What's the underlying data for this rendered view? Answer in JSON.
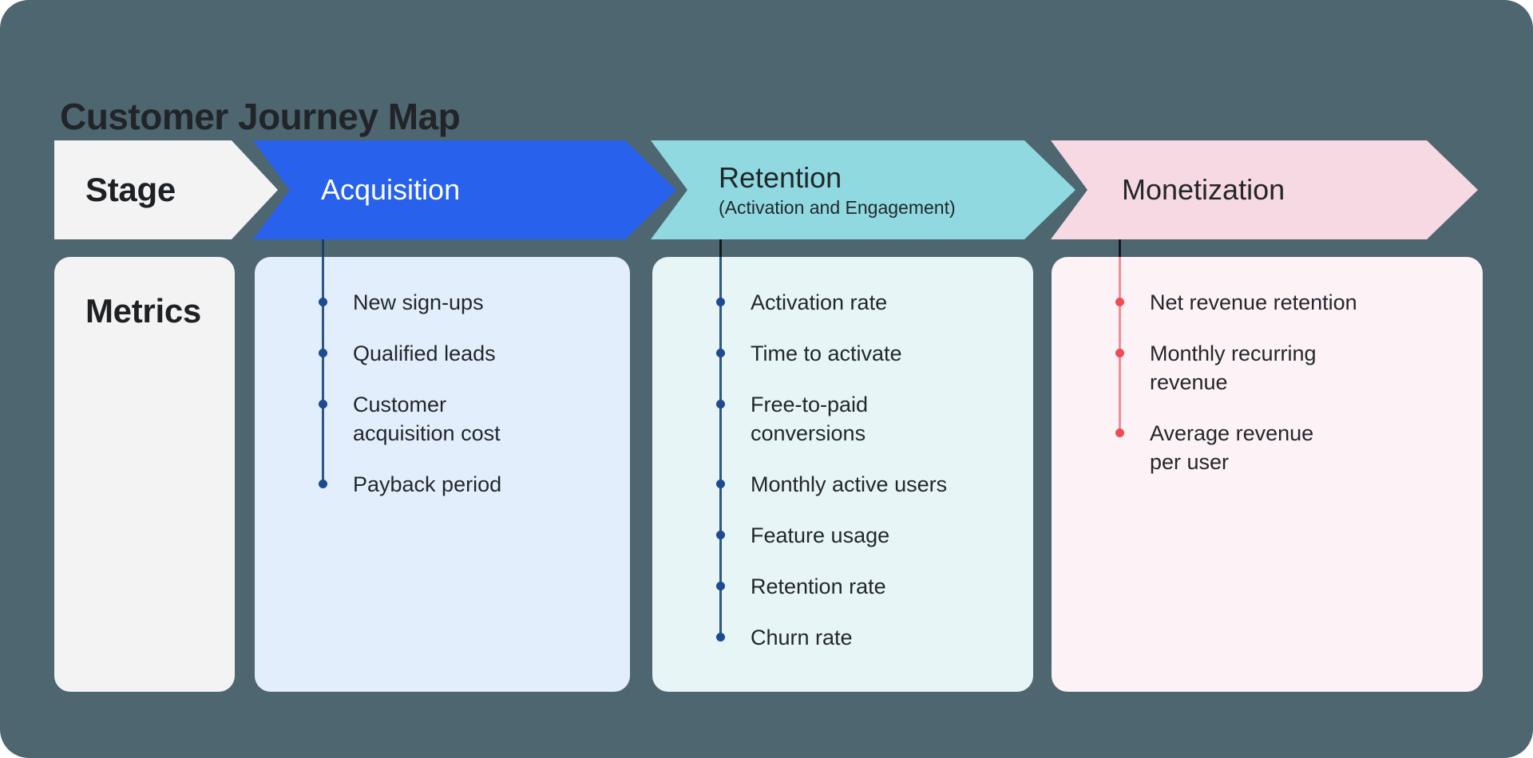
{
  "canvas": {
    "title": "Customer Journey Map",
    "background_color": "#4e6670"
  },
  "stage_row": {
    "header_label": "Stage",
    "header_bg": "#f4f3f4"
  },
  "metrics_row": {
    "header_label": "Metrics",
    "header_bg": "#f4f3f4"
  },
  "stages": [
    {
      "id": "acquisition",
      "label": "Acquisition",
      "subtitle": "",
      "arrow_color": "#2761ec",
      "label_color": "#ffffff",
      "panel_color": "#e3eefc",
      "dot_color": "#1d4b8f",
      "line_color": "#2d5787",
      "drop_line_color": "#1c3d68",
      "metrics": [
        "New sign-ups",
        "Qualified leads",
        "Customer\nacquisition cost",
        "Payback period"
      ]
    },
    {
      "id": "retention",
      "label": "Retention",
      "subtitle": "(Activation and Engagement)",
      "arrow_color": "#90d9e1",
      "label_color": "#22272a",
      "panel_color": "#e7f5f6",
      "dot_color": "#1d4b8f",
      "line_color": "#2d5787",
      "drop_line_color": "#14191f",
      "metrics": [
        "Activation rate",
        "Time to activate",
        "Free-to-paid\nconversions",
        "Monthly active users",
        "Feature usage",
        "Retention rate",
        "Churn rate"
      ]
    },
    {
      "id": "monetization",
      "label": "Monetization",
      "subtitle": "",
      "arrow_color": "#f6d9e3",
      "label_color": "#22272a",
      "panel_color": "#fdf2f6",
      "dot_color": "#ee4b57",
      "line_color": "#f48f96",
      "drop_line_color": "#14191f",
      "metrics": [
        "Net revenue retention",
        "Monthly recurring\nrevenue",
        "Average revenue\nper user"
      ]
    }
  ]
}
